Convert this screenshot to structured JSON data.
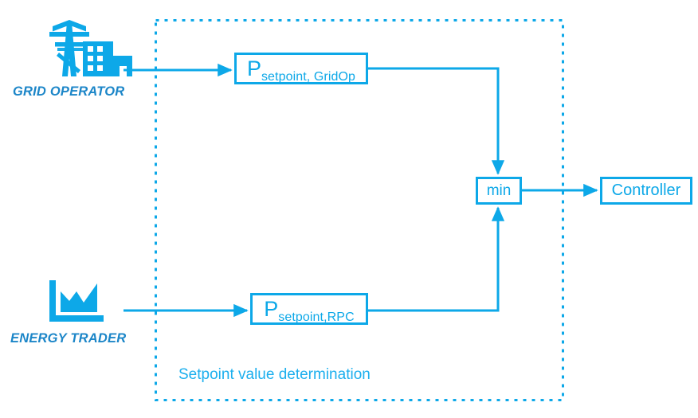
{
  "diagram": {
    "title": "Setpoint value determination",
    "colors": {
      "accent": "#0DA8E8",
      "accent_light": "#1CAFEE",
      "label_blue": "#1C86C8",
      "background": "#FFFFFF"
    },
    "region": {
      "caption": "Setpoint value determination",
      "border_style": "dotted"
    },
    "actors": [
      {
        "id": "grid-operator",
        "label": "GRID OPERATOR",
        "icon": "power-pylon-buildings-icon"
      },
      {
        "id": "energy-trader",
        "label": "ENERGY TRADER",
        "icon": "area-chart-icon"
      }
    ],
    "nodes": [
      {
        "id": "setpoint-gridop",
        "base": "P",
        "subscript": "setpoint, GridOp",
        "full_text": "P setpoint, GridOp"
      },
      {
        "id": "setpoint-rpc",
        "base": "P",
        "subscript": "setpoint,RPC",
        "full_text": "P setpoint,RPC"
      },
      {
        "id": "min",
        "label": "min"
      },
      {
        "id": "controller",
        "label": "Controller"
      }
    ],
    "edges": [
      {
        "id": "gridop-to-setpoint",
        "from": "grid-operator",
        "to": "setpoint-gridop"
      },
      {
        "id": "trader-to-setpoint",
        "from": "energy-trader",
        "to": "setpoint-rpc"
      },
      {
        "id": "setpoint-gridop-to-min",
        "from": "setpoint-gridop",
        "to": "min"
      },
      {
        "id": "setpoint-rpc-to-min",
        "from": "setpoint-rpc",
        "to": "min"
      },
      {
        "id": "min-to-controller",
        "from": "min",
        "to": "controller"
      }
    ]
  }
}
